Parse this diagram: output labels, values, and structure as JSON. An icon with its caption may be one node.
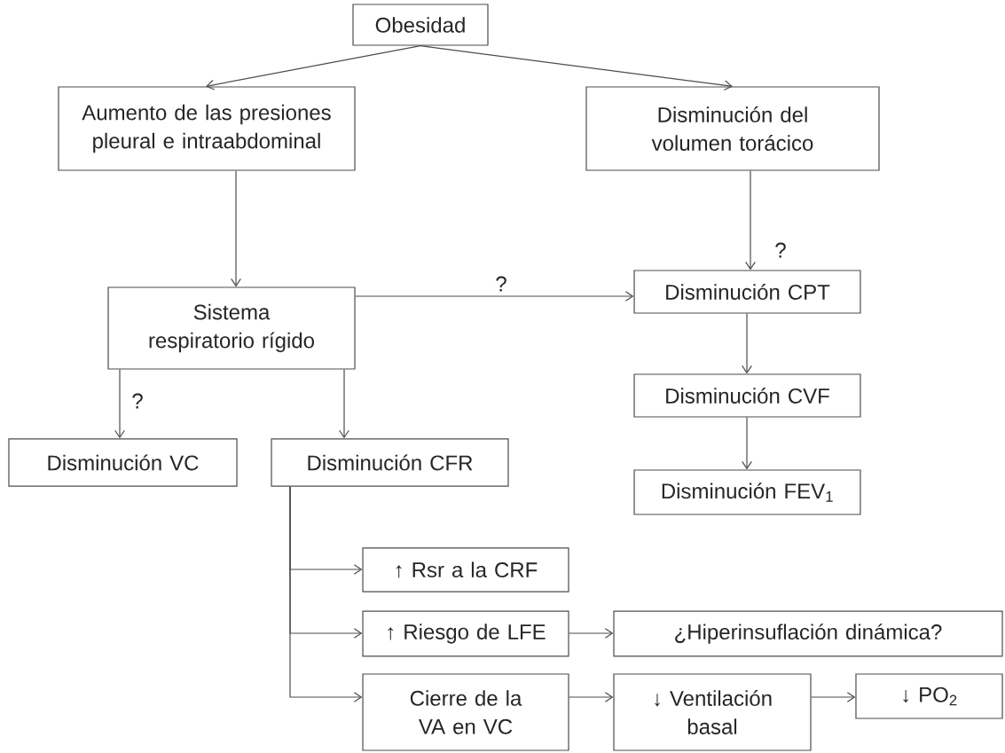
{
  "diagram": {
    "nodes": [
      {
        "text": [
          "Obesidad"
        ]
      },
      {
        "text": [
          "Aumento de las presiones pleural e intraabdominal"
        ]
      },
      {
        "text": [
          "Disminución del volumen torácico"
        ]
      },
      {
        "text": [
          "Sistema respiratorio rígido"
        ]
      },
      {
        "text": [
          "Disminución CPT"
        ]
      },
      {
        "text": [
          "Disminución VC"
        ]
      },
      {
        "text": [
          "Disminución CFR"
        ]
      },
      {
        "text": [
          "Disminución CVF"
        ]
      },
      {
        "text": [
          "Disminución FEV$_{1}$"
        ]
      },
      {
        "text": [
          "↑ Rsr a la CRF"
        ]
      },
      {
        "text": [
          "↑ Riesgo de LFE"
        ]
      },
      {
        "text": [
          "¿Hiperinsuflación dinámica?"
        ]
      },
      {
        "text": [
          "Cierre de la VA en VC"
        ]
      },
      {
        "text": [
          "↓ Ventilación basal"
        ]
      },
      {
        "text": [
          "↓ PO$_{2}$"
        ]
      }
    ],
    "edges": [
      {
        "from": 0,
        "to": 1,
        "arrow": "to"
      },
      {
        "from": 0,
        "to": 2,
        "arrow": "to"
      },
      {
        "from": 1,
        "to": 3,
        "arrow": "to"
      },
      {
        "from": 2,
        "to": 4,
        "arrow": "to",
        "label": "?"
      },
      {
        "from": 3,
        "to": 4,
        "arrow": "to",
        "label": "?"
      },
      {
        "from": 3,
        "to": 5,
        "arrow": "to",
        "label": "?"
      },
      {
        "from": 3,
        "to": 6,
        "arrow": "to"
      },
      {
        "from": 4,
        "to": 7,
        "arrow": "to"
      },
      {
        "from": 7,
        "to": 8,
        "arrow": "to"
      },
      {
        "from": 6,
        "to": 9,
        "arrow": "to"
      },
      {
        "from": 6,
        "to": 10,
        "arrow": "to"
      },
      {
        "from": 6,
        "to": 12,
        "arrow": "to"
      },
      {
        "from": 10,
        "to": 11,
        "arrow": "to"
      },
      {
        "from": 12,
        "to": 13,
        "arrow": "to"
      },
      {
        "from": 13,
        "to": 14,
        "arrow": "to"
      }
    ]
  }
}
